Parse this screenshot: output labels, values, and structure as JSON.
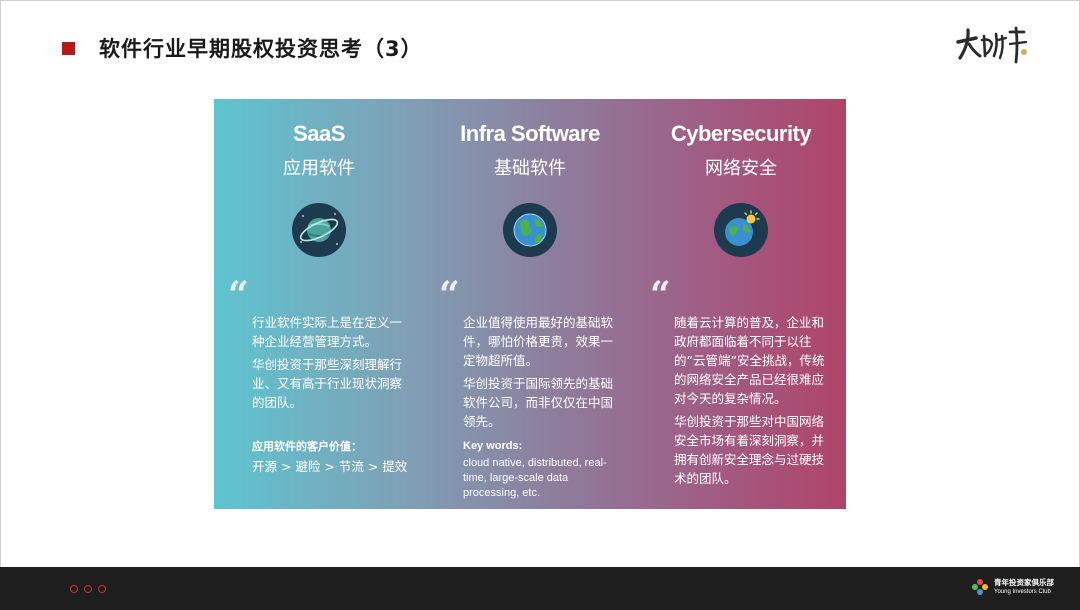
{
  "slide": {
    "title": "软件行业早期股权投资思考（3）"
  },
  "colors": {
    "title_square": "#b31b1b",
    "panel_gradient_start": "#5ec4d0",
    "panel_gradient_end": "#b04468",
    "footer_bg": "#1e1e1e"
  },
  "columns": [
    {
      "title": "SaaS",
      "subtitle": "应用软件",
      "icon": "saturn-planet-icon",
      "paragraph_1": "行业软件实际上是在定义一种企业经营管理方式。",
      "paragraph_2": "华创投资于那些深刻理解行业、又有高于行业现状洞察的团队。",
      "value_label": "应用软件的客户价值：",
      "value_text": "开源 > 避险 > 节流 > 提效"
    },
    {
      "title": "Infra Software",
      "subtitle": "基础软件",
      "icon": "earth-globe-icon",
      "paragraph_1": "企业值得使用最好的基础软件，哪怕价格更贵，效果一定物超所值。",
      "paragraph_2": "华创投资于国际领先的基础软件公司，而非仅仅在中国领先。",
      "keywords_label": "Key words:",
      "keywords_text": "cloud native, distributed, real-time, large-scale data processing, etc."
    },
    {
      "title": "Cybersecurity",
      "subtitle": "网络安全",
      "icon": "earth-sunrise-icon",
      "paragraph_1": "随着云计算的普及，企业和政府都面临着不同于以往的“云管端”安全挑战，传统的网络安全产品已经很难应对今天的复杂情况。",
      "paragraph_2": "华创投资于那些对中国网络安全市场有着深刻洞察，并拥有创新安全理念与过硬技术的团队。"
    }
  ],
  "footer": {
    "club_name_cn": "青年投资家俱乐部",
    "club_name_en": "Young Investors Club"
  }
}
